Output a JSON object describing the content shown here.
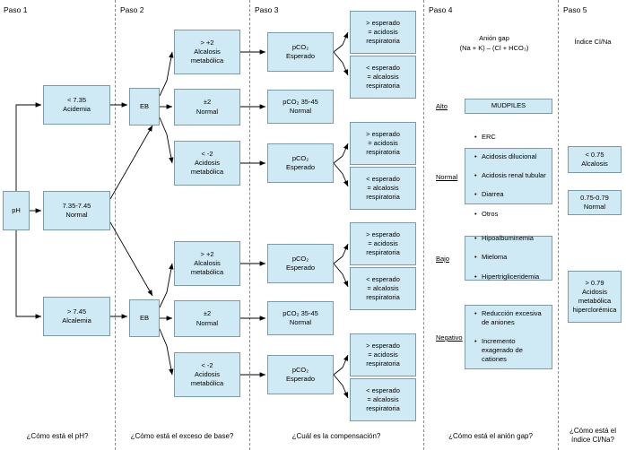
{
  "steps": [
    {
      "label": "Paso 1",
      "caption": "¿Cómo está el pH?"
    },
    {
      "label": "Paso 2",
      "caption": "¿Cómo está el exceso de base?"
    },
    {
      "label": "Paso 3",
      "caption": "¿Cuál es la compensación?"
    },
    {
      "label": "Paso 4",
      "caption": "¿Cómo está el anión gap?"
    },
    {
      "label": "Paso 5",
      "caption": "¿Cómo está el\níndice Cl/Na?"
    }
  ],
  "step1": {
    "root": "pH",
    "branches": [
      "< 7.35\nAcidemia",
      "7.35-7.45\nNormal",
      "> 7.45\nAlcalemia"
    ]
  },
  "step2": {
    "node_top": "EB",
    "node_bottom": "EB",
    "branches_top": [
      "> +2\nAlcalosis\nmetabólica",
      "±2\nNormal",
      "< -2\nAcidosis\nmetabólica"
    ],
    "branches_bottom": [
      "> +2\nAlcalosis\nmetabólica",
      "±2\nNormal",
      "< -2\nAcidosis\nmetabólica"
    ]
  },
  "step3": {
    "boxes_top": [
      "pCO₂\nEsperado",
      "pCO₂ 35-45\nNormal",
      "pCO₂\nEsperado"
    ],
    "boxes_bottom": [
      "pCO₂\nEsperado",
      "pCO₂ 35-45\nNormal",
      "pCO₂\nEsperado"
    ],
    "outcomes": [
      "> esperado\n= acidosis\nrespiratoria",
      "< esperado\n= alcalosis\nrespiratoria",
      "> esperado\n= acidosis\nrespiratoria",
      "< esperado\n= alcalosis\nrespiratoria",
      "> esperado\n= acidosis\nrespiratoria",
      "< esperado\n= alcalosis\nrespiratoria",
      "> esperado\n= acidosis\nrespiratoria",
      "< esperado\n= alcalosis\nrespiratoria"
    ]
  },
  "step4": {
    "formula": "Anión gap\n(Na + K) – (Cl + HCO₃)",
    "rows": [
      {
        "label": "Alto",
        "items": [
          "MUDPILES"
        ],
        "single": true
      },
      {
        "label": "Normal",
        "items": [
          "ERC",
          "Acidosis dilucional",
          "Acidosis renal tubular",
          "Diarrea",
          "Otros"
        ],
        "single": false
      },
      {
        "label": "Bajo",
        "items": [
          "Hipoalbuminemia",
          "Mieloma",
          "Hipertrigliceridemia"
        ],
        "single": false
      },
      {
        "label": "Negativo",
        "items": [
          "Reducción excesiva de aniones",
          "Incremento exagerado de cationes"
        ],
        "single": false
      }
    ]
  },
  "step5": {
    "title": "Índice Cl/Na",
    "boxes": [
      "< 0.75\nAlcalosis",
      "0.75-0.79\nNormal",
      "> 0.79\nAcidosis\nmetabólica\nhiperclorémica"
    ]
  },
  "colors": {
    "box_fill": "#cfe9f5",
    "box_border": "#7d9aa6",
    "divider": "#8b8b8b",
    "arrow": "#000000"
  }
}
